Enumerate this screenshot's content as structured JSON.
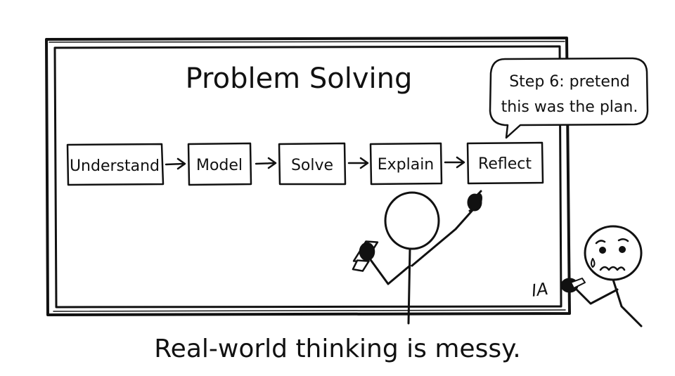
{
  "board": {
    "title": "Problem Solving",
    "steps": [
      "Understand",
      "Model",
      "Solve",
      "Explain",
      "Reflect"
    ]
  },
  "speech_bubble": {
    "line1": "Step 6: pretend",
    "line2": "this was the plan."
  },
  "scribble": "IA",
  "caption": "Real-world thinking is messy.",
  "colors": {
    "ink": "#111111",
    "paper": "#ffffff"
  }
}
